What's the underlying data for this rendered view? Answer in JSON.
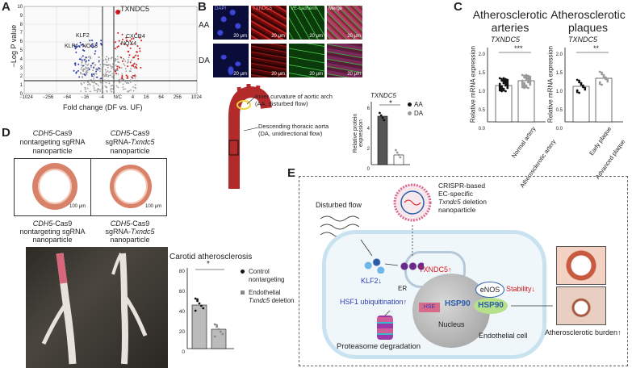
{
  "panels": {
    "A": "A",
    "B": "B",
    "C": "C",
    "D": "D",
    "E": "E"
  },
  "panel_a": {
    "ylabel": "−Log P value",
    "xlabel": "Fold change (DF vs. UF)",
    "xticks": [
      "−1024",
      "−256",
      "−64",
      "−16",
      "−4",
      "N/C",
      "4",
      "16",
      "64",
      "256",
      "1024"
    ],
    "yticks": [
      "0",
      "1",
      "2",
      "3",
      "4",
      "5",
      "6",
      "7",
      "8",
      "9",
      "10"
    ],
    "labels": {
      "txndc5": "TXNDC5",
      "klf2": "KLF2",
      "cxcr4": "CXCR4",
      "klf4": "KLF4",
      "nos3": "NOS3",
      "nox4": "NOX4"
    }
  },
  "panel_b": {
    "rows": [
      "AA",
      "DA"
    ],
    "channels": [
      "DAPI",
      "TXNDC5",
      "VE-cadherin",
      "Merge"
    ],
    "scale": "20 μm",
    "annot1": "Inner curvature of aortic arch",
    "annot1b": "(AA, disturbed flow)",
    "annot2": "Descending thoracic aorta",
    "annot2b": "(DA, unidirectional flow)",
    "bar_title": "TXNDC5",
    "bar_ylabel": "Relative protein expression",
    "bar_yticks": [
      "0",
      "2",
      "4",
      "6"
    ],
    "legend": [
      "AA",
      "DA"
    ],
    "sig": "*"
  },
  "panel_c": {
    "title_left1": "Atherosclerotic",
    "title_left2": "arteries",
    "title_right1": "Atherosclerotic",
    "title_right2": "plaques",
    "gene": "TXNDC5",
    "ylabel": "Relative mRNA expression",
    "yticks_left": [
      "0.0",
      "0.5",
      "1.0",
      "1.5",
      "2.0"
    ],
    "yticks_right": [
      "0.0",
      "0.5",
      "1.0",
      "1.5",
      "2.0"
    ],
    "cats_left": [
      "Normal artery",
      "Atherosclerotic artery"
    ],
    "cats_right": [
      "Early plaque",
      "Advanced plaque"
    ],
    "sig_left": "***",
    "sig_right": "**"
  },
  "panel_d": {
    "col1_l1": "CDH5",
    "col1_l1b": "-Cas9",
    "col1_l2": "nontargeting sgRNA",
    "col1_l3": "nanoparticle",
    "col2_l1": "CDH5",
    "col2_l1b": "-Cas9",
    "col2_l2a": "sgRNA-",
    "col2_l2b": "Txndc5",
    "col2_l3": "nanoparticle",
    "scale": "100 μm",
    "bar_title": "Carotid atherosclerosis",
    "bar_yticks": [
      "0",
      "20",
      "40",
      "60",
      "80"
    ],
    "sig": "*",
    "legend1a": "Control",
    "legend1b": "nontargeting",
    "legend2a": "Endothelial",
    "legend2b": "Txndc5",
    "legend2c": " deletion"
  },
  "panel_e": {
    "disturbed_flow": "Disturbed flow",
    "crispr1": "CRISPR-based",
    "crispr2": "EC-specific",
    "crispr3": "Txndc5",
    "crispr3b": " deletion",
    "crispr4": "nanoparticle",
    "klf2": "KLF2",
    "er": "ER",
    "txndc5": "TXNDC5",
    "hsf1": "HSF1 ubiquitination",
    "hse": "HSE",
    "hsp90a": "HSP90",
    "nucleus": "Nucleus",
    "enos": "eNOS",
    "stability": "Stability",
    "hsp90b": "HSP90",
    "proteasome": "Proteasome degradation",
    "ec": "Endothelial cell",
    "burden": "Atherosclerotic burden"
  },
  "colors": {
    "red": "#d7191c",
    "blue": "#2c3cb4",
    "grey": "#9a9a9a",
    "hsp": "#2a5ea8"
  }
}
